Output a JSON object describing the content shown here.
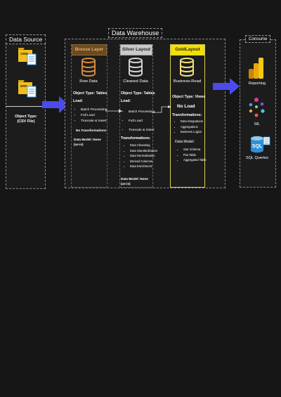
{
  "source": {
    "title": "Data Source",
    "items": [
      {
        "label": "CRM"
      },
      {
        "label": "ERP"
      }
    ],
    "object_type": [
      "Object Type:",
      "(CSV File)"
    ]
  },
  "warehouse": {
    "title": "Data Warehouse",
    "bronze": {
      "header": "Bronze Layer",
      "name": "Row Data",
      "object_type": "Object Type: Tables",
      "load_title": "Load:",
      "load_items": [
        "Batch Processing",
        "Full Load",
        "Truncate & Insert"
      ],
      "transform": "No Transformations",
      "model": "Data Model: None (as-is)"
    },
    "silver": {
      "header": "Silver Layout",
      "name": "Cleaned Data",
      "object_type": "Object Type: Tables",
      "load_title": "Load:",
      "load_items": [
        "Batch Processing",
        "Full Load",
        "Truncate & Insert"
      ],
      "transform_title": "Transformations:",
      "transform_items": [
        "Data Cleansing",
        "Data Standardization",
        "Data Normalization",
        "Derived Columns",
        "Data Enrichment"
      ],
      "model": "Data Model: None (as-is)"
    },
    "gold": {
      "header": "GoldLayout",
      "name": "Business-Read",
      "object_type": "Object Type: Views",
      "load": "No Load",
      "transform_title": "Transformations:",
      "transform_items": [
        "Data Integrations",
        "Aggregations",
        "Business Logics"
      ],
      "model_title": "Data Model:",
      "model_items": [
        "Star Schema",
        "Flat Table",
        "Aggregated Table"
      ]
    }
  },
  "consume": {
    "title": "Consume",
    "items": [
      {
        "label": "Reporting"
      },
      {
        "label": "ML"
      },
      {
        "label": "SQL Queries"
      }
    ]
  },
  "colors": {
    "background": "#161616",
    "bronze_header": "#6b4a1e",
    "bronze_icon": "#d08a3c",
    "silver_header": "#c9c9c9",
    "gold_header": "#f3e000",
    "gold_border": "#d8cf50",
    "arrow": "#4b4bea",
    "file_icon": "#f2bf1a",
    "doc_icon": "#3fa0e8"
  }
}
